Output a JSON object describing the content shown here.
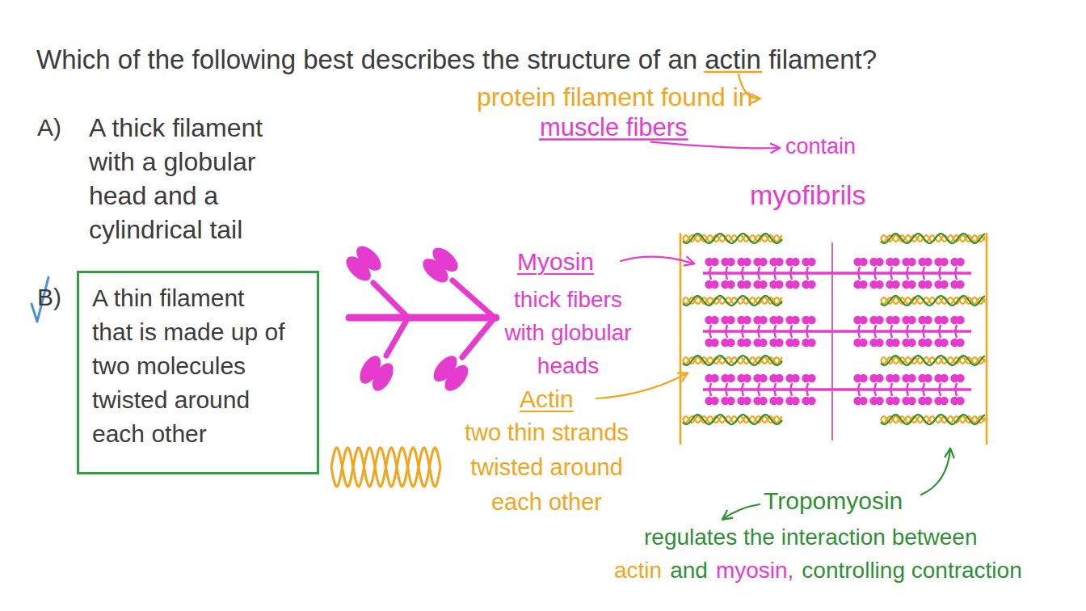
{
  "diagram": {
    "title": "Which of the following best describes the structure of an actin filament?",
    "nodes": [
      {
        "text": [
          "A thin filament that is made up of two molecules twisted around each other"
        ]
      }
    ],
    "labels": [
      "A)",
      "A thick filament with a globular head and a cylindrical tail",
      "B)",
      "protein filament found in",
      "muscle fibers",
      "contain",
      "myofibrils",
      "Myosin",
      "thick fibers with globular heads",
      "Actin",
      "two thin strands twisted around each other",
      "Tropomyosin",
      "regulates the interaction between",
      "actin",
      "and",
      "myosin,",
      "controlling contraction"
    ]
  }
}
